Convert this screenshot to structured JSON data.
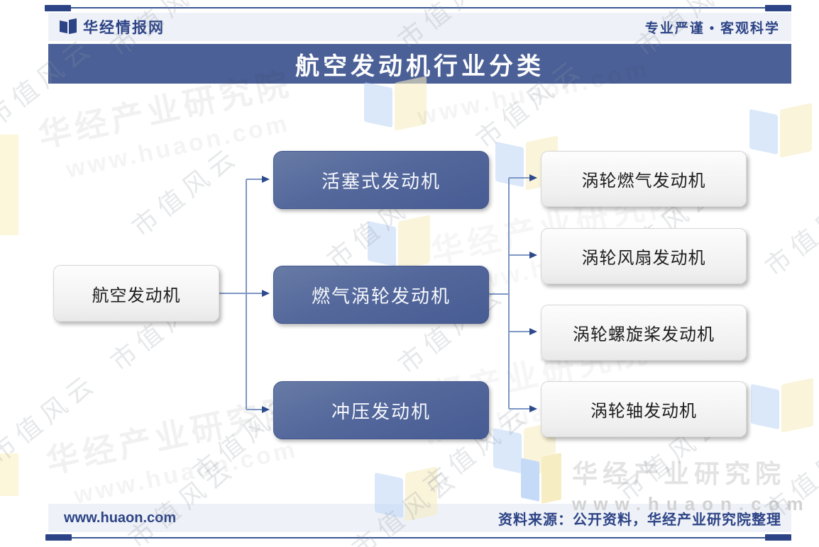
{
  "header": {
    "brand": "华经情报网",
    "slogan": "专业严谨 • 客观科学",
    "title": "航空发动机行业分类"
  },
  "diagram": {
    "root": "航空发动机",
    "branches": [
      {
        "label": "活塞式发动机",
        "children": []
      },
      {
        "label": "燃气涡轮发动机",
        "children": [
          "涡轮燃气发动机",
          "涡轮风扇发动机",
          "涡轮螺旋桨发动机",
          "涡轮轴发动机"
        ]
      },
      {
        "label": "冲压发动机",
        "children": []
      }
    ]
  },
  "footer": {
    "site": "www.huaon.com",
    "source": "资料来源：公开资料，华经产业研究院整理"
  },
  "watermarks": {
    "org": "华经产业研究院",
    "url": "www.huaon.com",
    "tile": "市值风云"
  },
  "colors": {
    "accent_navy": "#2c4386",
    "title_bar_blue": "#4b6097",
    "node_blue": "#54689c",
    "band_gray": "#eef1f7",
    "connector_blue": "#7e97c5",
    "arrow_navy": "#2d4a8c",
    "logo_page_blue": "#c4daf7",
    "logo_page_yellow": "#f7edc2"
  }
}
